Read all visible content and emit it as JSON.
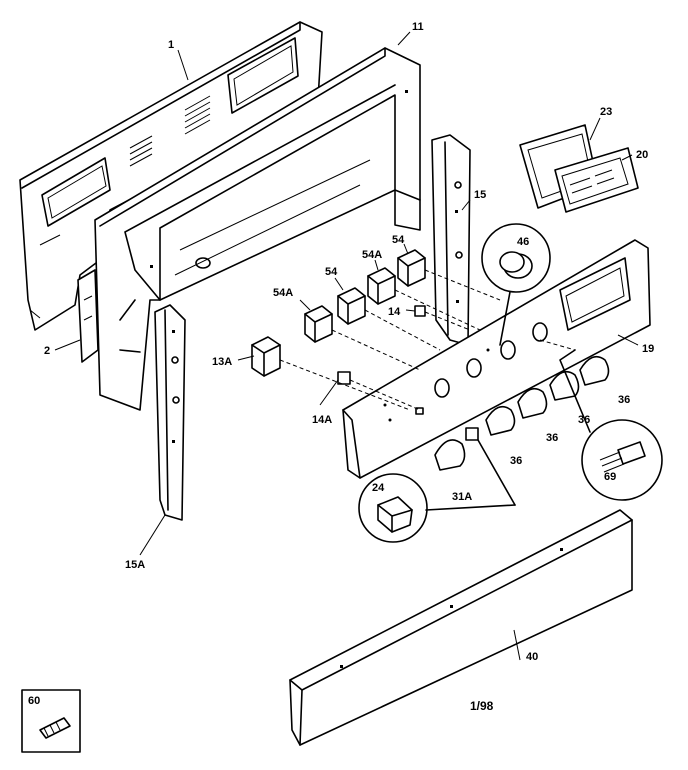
{
  "callouts": {
    "p1": "1",
    "p11": "11",
    "p2": "2",
    "p15": "15",
    "p15A": "15A",
    "p23": "23",
    "p20": "20",
    "p46": "46",
    "p54_top": "54",
    "p54A_top": "54A",
    "p54": "54",
    "p54A": "54A",
    "p14": "14",
    "p13A": "13A",
    "p14A": "14A",
    "p19": "19",
    "p36_a": "36",
    "p36_b": "36",
    "p36_c": "36",
    "p36_d": "36",
    "p69": "69",
    "p24": "24",
    "p31A": "31A",
    "p40": "40",
    "p60": "60"
  },
  "footer": {
    "date_code": "1/98"
  }
}
